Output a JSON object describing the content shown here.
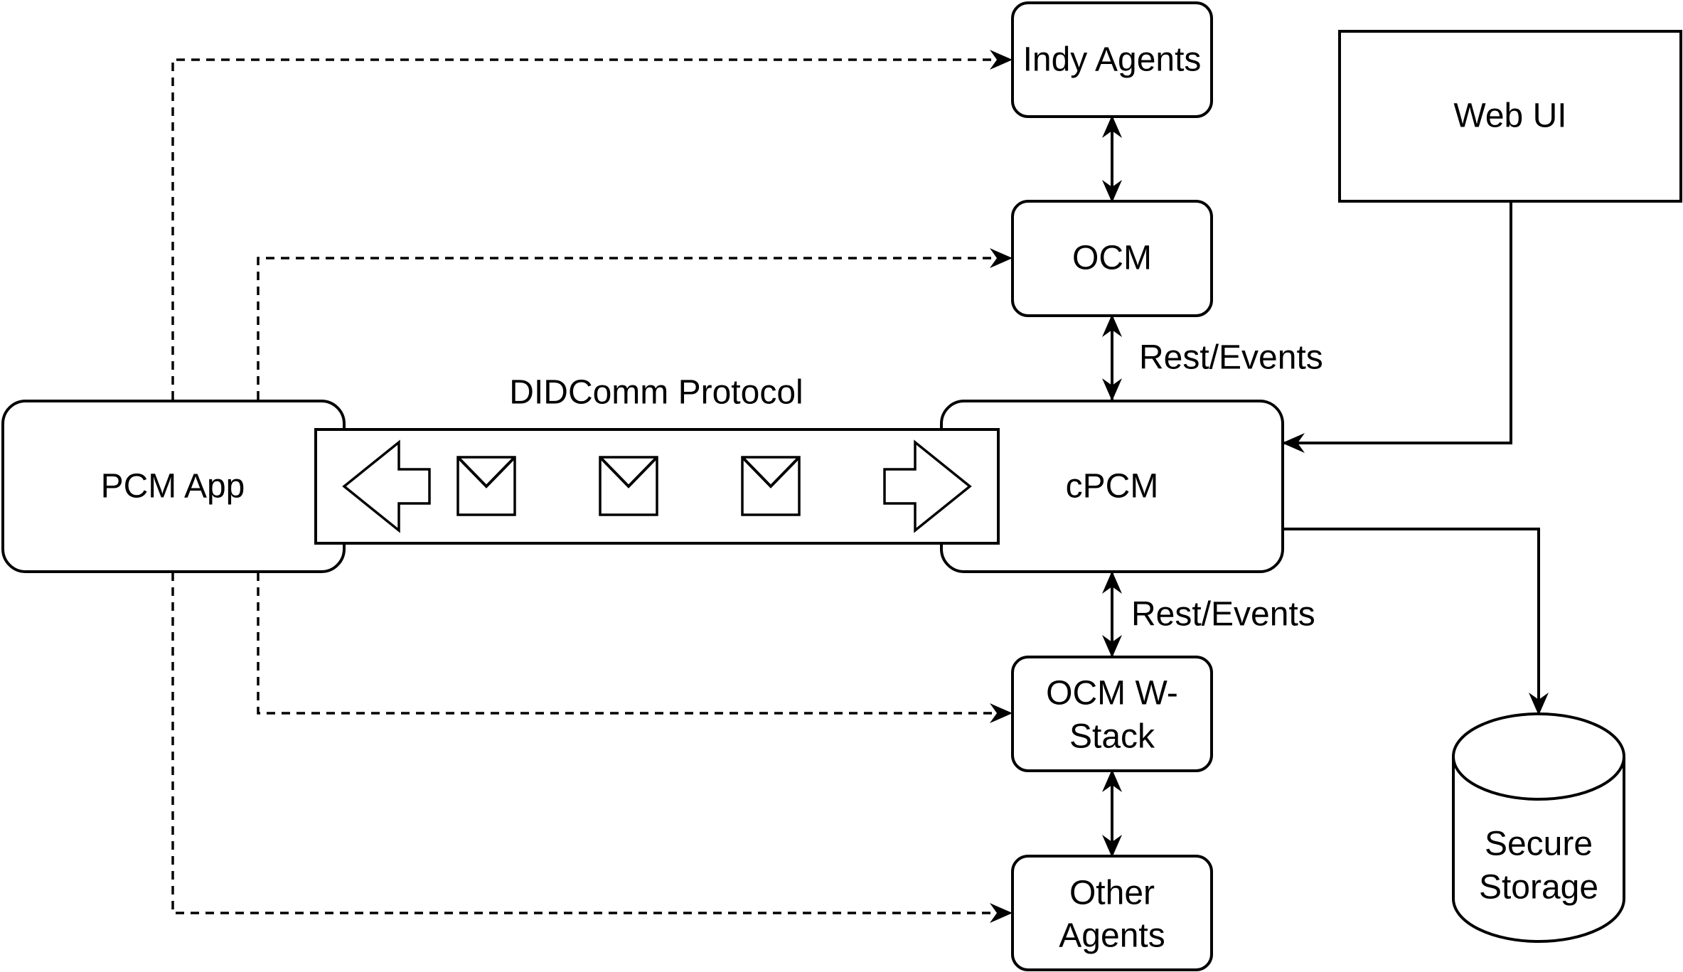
{
  "nodes": {
    "indy_agents": "Indy Agents",
    "ocm": "OCM",
    "web_ui": "Web UI",
    "pcm_app": "PCM App",
    "cpcm": "cPCM",
    "ocm_wstack_line1": "OCM W-",
    "ocm_wstack_line2": "Stack",
    "other_agents_line1": "Other",
    "other_agents_line2": "Agents",
    "secure_storage_line1": "Secure",
    "secure_storage_line2": "Storage"
  },
  "labels": {
    "didcomm_protocol": "DIDComm Protocol",
    "rest_events_upper": "Rest/Events",
    "rest_events_lower": "Rest/Events"
  },
  "colors": {
    "stroke": "#000000",
    "fill": "#ffffff"
  }
}
